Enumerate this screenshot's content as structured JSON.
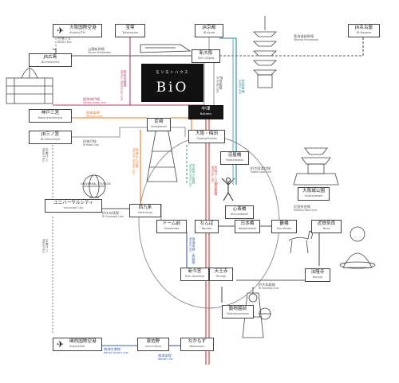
{
  "stations": [
    {
      "id": "airport-itm",
      "jp": "大阪国際空港",
      "en": "Airport/ITM",
      "kind": "airport"
    },
    {
      "id": "takarazuka",
      "jp": "宝塚",
      "en": "Takarazuka"
    },
    {
      "id": "jr-kyoto",
      "jp": "JR京都",
      "en": "JR-Kyoto"
    },
    {
      "id": "jr-nagoya",
      "jp": "JR名古屋",
      "en": "JR-Nagoya"
    },
    {
      "id": "jr-hiroshima",
      "jp": "JR広島",
      "en": "JR-Hiroshima"
    },
    {
      "id": "shin-osaka",
      "jp": "新大阪",
      "en": "Shin-Osaka"
    },
    {
      "id": "kobe-sannomiya",
      "jp": "神戸三宮",
      "en": "Kobe-Sannomiya"
    },
    {
      "id": "nakatsu",
      "jp": "中津",
      "en": "Nakatsu",
      "kind": "highlight"
    },
    {
      "id": "amagasaki",
      "jp": "尼崎",
      "en": "Amagasaki"
    },
    {
      "id": "jr-sannomiya",
      "jp": "JR三ノ宮",
      "en": "JR-Sannomiya"
    },
    {
      "id": "osaka-umeda",
      "jp": "大阪・梅田",
      "en": "Osaka/Umeda"
    },
    {
      "id": "yodoyabashi",
      "jp": "淀屋橋",
      "en": "Yodoyabashi"
    },
    {
      "id": "osakajokoen",
      "jp": "大阪城公園",
      "en": "Osakajokoen"
    },
    {
      "id": "universal-city",
      "jp": "ユニバーサルシティ",
      "en": "Universal City"
    },
    {
      "id": "nishi-kujo",
      "jp": "西九条",
      "en": "Nishi-Kujo"
    },
    {
      "id": "shinsaibashi",
      "jp": "心斎橋",
      "en": "Shinsaibashi"
    },
    {
      "id": "domemae",
      "jp": "ドーム前",
      "en": "Domemae"
    },
    {
      "id": "namba",
      "jp": "なんば",
      "en": "Namba"
    },
    {
      "id": "nipponbashi",
      "jp": "日本橋",
      "en": "Nipponbashi"
    },
    {
      "id": "tsuruhashi",
      "jp": "鶴橋",
      "en": "Tsuruhashi"
    },
    {
      "id": "kintetsu-nara",
      "jp": "近鉄奈良",
      "en": "Nara"
    },
    {
      "id": "shin-imamiya",
      "jp": "新今宮",
      "en": "Shin-Imamiya"
    },
    {
      "id": "tennoji",
      "jp": "天王寺",
      "en": "Tennoji"
    },
    {
      "id": "horyuji",
      "jp": "法隆寺",
      "en": "Horyuji"
    },
    {
      "id": "dobutsuenmae",
      "jp": "動物園前",
      "en": "Dobutsuenmae"
    },
    {
      "id": "airport-kix",
      "jp": "関西国際空港",
      "en": "Airport/KIX",
      "kind": "airport"
    },
    {
      "id": "izumi-sano",
      "jp": "泉佐野",
      "en": "Izumi-Sano"
    },
    {
      "id": "nakamozu",
      "jp": "なかもず",
      "en": "Nakamozu"
    }
  ],
  "line_labels": [
    {
      "id": "airport-bus-itm",
      "jp": "空港バス",
      "en": "Airport Bus"
    },
    {
      "id": "sanyo-shinkansen",
      "jp": "山陽新幹線",
      "en": "Sanyo Shinkansen"
    },
    {
      "id": "tokaido-shinkansen",
      "jp": "東海道新幹線",
      "en": "Tokaido Shinkansen"
    },
    {
      "id": "hankyu-takarazuka",
      "jp": "阪急宝塚線",
      "en": "Hankyu Takarazuka Line"
    },
    {
      "id": "hankyu-kobe",
      "jp": "阪急神戸線",
      "en": "Hankyu Kobe Line"
    },
    {
      "id": "jr-kyoto-line",
      "jp": "JR京都線",
      "en": "JR Kyoto Line"
    },
    {
      "id": "keihan",
      "jp": "京阪本線",
      "en": "Keihan Line"
    },
    {
      "id": "hanshin",
      "jp": "阪神本線",
      "en": "Hanshin Line"
    },
    {
      "id": "jr-kobe",
      "jp": "JR神戸線",
      "en": "JR Kobe Line"
    },
    {
      "id": "airport-bus-kobe",
      "jp": "空港バス",
      "en": "Airport Bus"
    },
    {
      "id": "hanshin-namba",
      "jp": "阪神なんば線",
      "en": "Hanshin Namba Line"
    },
    {
      "id": "midosuji",
      "jp": "大阪メトロ御堂筋線",
      "en": "Midosuji Line"
    },
    {
      "id": "keihan-nakanoshima",
      "jp": "京阪中之島線",
      "en": "Nakanoshima Line"
    },
    {
      "id": "osaka-loop",
      "jp": "JR大阪環状線",
      "en": "Osaka Loop Line"
    },
    {
      "id": "jr-yumesaki",
      "jp": "JRゆめ咲線",
      "en": "JR Yumesaki Line"
    },
    {
      "id": "kintetsu-nara-line",
      "jp": "近鉄奈良線",
      "en": "Kintetsu Nara Line"
    },
    {
      "id": "nankai-koya",
      "jp": "南海本線・高野線",
      "en": "Nankai Line"
    },
    {
      "id": "jr-yamatoji",
      "jp": "JR大和路線",
      "en": "JR Yamatoji Line"
    },
    {
      "id": "airport-bus-kix",
      "jp": "空港バス",
      "en": "Airport Bus"
    },
    {
      "id": "nankai-airport",
      "jp": "南海空港線",
      "en": "Nankai Airport Line"
    },
    {
      "id": "nankai-main",
      "jp": "南海本線",
      "en": "Nankai Line"
    }
  ],
  "logo": {
    "subtitle": "モリモトハウス",
    "name": "BiO"
  },
  "landmark_text": {
    "universal_studios": "UNIVERSAL STUDIOS"
  },
  "colors": {
    "shinkansen": "#555555",
    "hankyu": "#b23a6b",
    "jr": "#999999",
    "keihan": "#2e7d9a",
    "hanshin": "#e07a2e",
    "midosuji": "#d9342b",
    "loop": "#888888",
    "nankai": "#3a5fa8",
    "green": "#3aa57a",
    "cyan": "#52b8c9",
    "kintetsu": "#555555",
    "highlight": "#151515"
  }
}
